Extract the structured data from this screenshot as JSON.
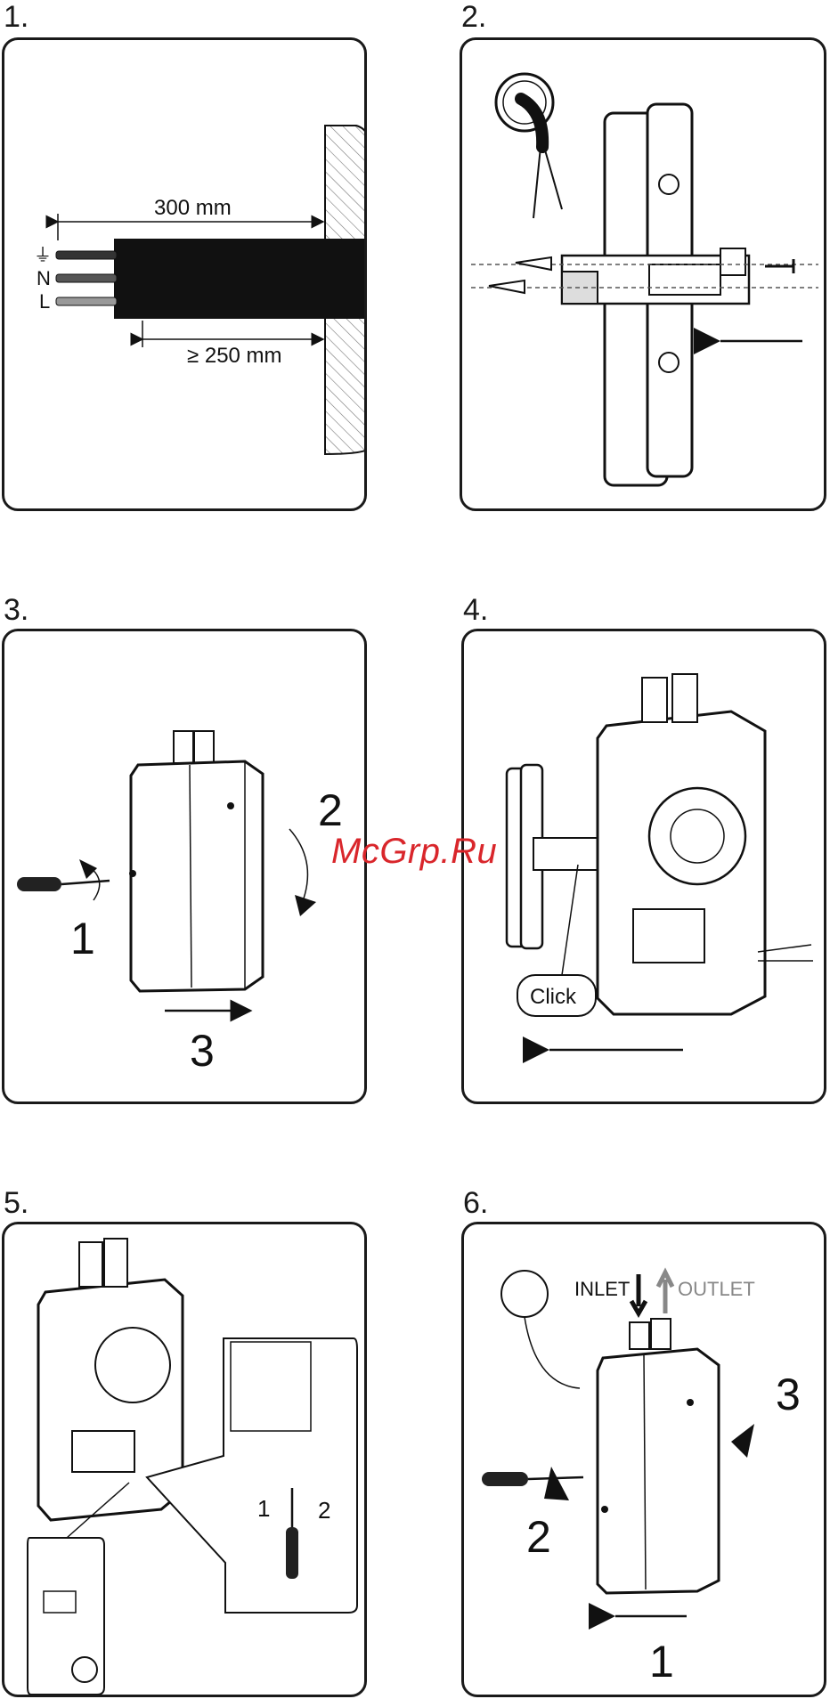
{
  "steps": [
    {
      "number": "1."
    },
    {
      "number": "2."
    },
    {
      "number": "3."
    },
    {
      "number": "4."
    },
    {
      "number": "5."
    },
    {
      "number": "6."
    }
  ],
  "panel1": {
    "dim_top": "300 mm",
    "dim_bottom": "≥ 250 mm",
    "earth_symbol": "⏚",
    "wire_n": "N",
    "wire_l": "L"
  },
  "panel3": {
    "label_1": "1",
    "label_2": "2",
    "label_3": "3"
  },
  "panel4": {
    "click_label": "Click"
  },
  "panel5": {
    "label_1": "1",
    "label_2": "2"
  },
  "panel6": {
    "inlet": "INLET",
    "outlet": "OUTLET",
    "label_1": "1",
    "label_2": "2",
    "label_3": "3"
  },
  "watermark": "McGrp.Ru",
  "colors": {
    "line": "#1a1a1a",
    "outlet_gray": "#888888",
    "watermark_red": "#d9262b"
  }
}
